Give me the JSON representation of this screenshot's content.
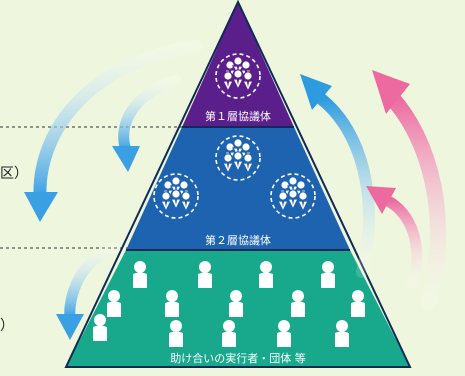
{
  "tiers": [
    {
      "label": "第１層協議体",
      "color": "#5b1f8c"
    },
    {
      "label": "第２層協議体",
      "color": "#1e63b0"
    },
    {
      "label": "助け合いの実行者・団体 等",
      "color": "#18a98c"
    }
  ],
  "left_fragments": [
    "区）",
    "）"
  ],
  "colors": {
    "background": "#eef6dd",
    "down_arrow": "#3aa0e3",
    "up_arrow_blue": "#2d9be0",
    "up_arrow_pink": "#ec6aa0",
    "person": "#ffffff"
  },
  "icons": {
    "group": "group-people-icon",
    "person": "person-icon"
  }
}
